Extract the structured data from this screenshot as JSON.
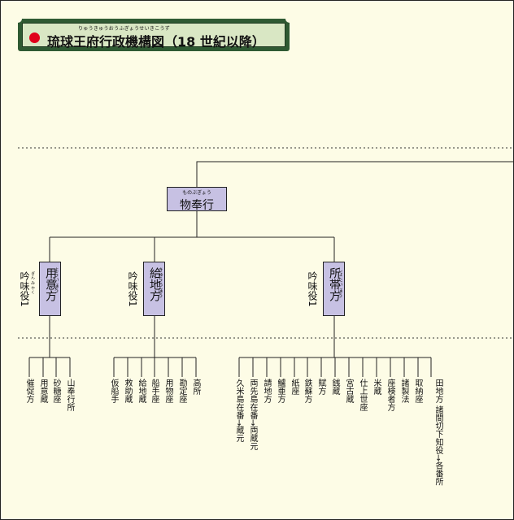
{
  "title": {
    "text": "琉球王府行政機構図（18 世紀以降）",
    "ruby": "りゅうきゅうおうふぎょうせいきこうず"
  },
  "top_node": {
    "label": "物奉行",
    "ruby": "ものぶぎょう"
  },
  "branches": [
    {
      "label": "用意方",
      "ruby": "ようい ほう",
      "gin": "吟味役1",
      "gin_ruby": "ぎん み やく",
      "leaves": [
        "催促方",
        "用意蔵",
        "砂糖座",
        "山奉行所"
      ]
    },
    {
      "label": "給地方",
      "ruby": "きゅうち ほう",
      "gin": "吟味役1",
      "gin_ruby": "",
      "leaves": [
        "仮船手",
        "救助蔵",
        "給地蔵",
        "船手座",
        "用物座",
        "勘定座",
        "高所"
      ]
    },
    {
      "label": "所帯方",
      "ruby": "しょたい ほう",
      "gin": "吟味役1",
      "gin_ruby": "",
      "leaves": [
        "久米島在番→蔵元",
        "両先島在番→両蔵元",
        "請地方",
        "鱸亜方",
        "紙座",
        "鉄蘇方",
        "賦方",
        "銭蔵",
        "宮古蔵",
        "仕上世座",
        "米蔵",
        "座検者方",
        "諸製法",
        "取納座",
        "田地方 諸間切下知役→各番所"
      ]
    }
  ],
  "colors": {
    "background": "#fdfce6",
    "box_fill": "#c7c1e3",
    "title_band": "#2f5a33",
    "title_fill": "#d9e7c4",
    "title_dot": "#e0001b"
  }
}
